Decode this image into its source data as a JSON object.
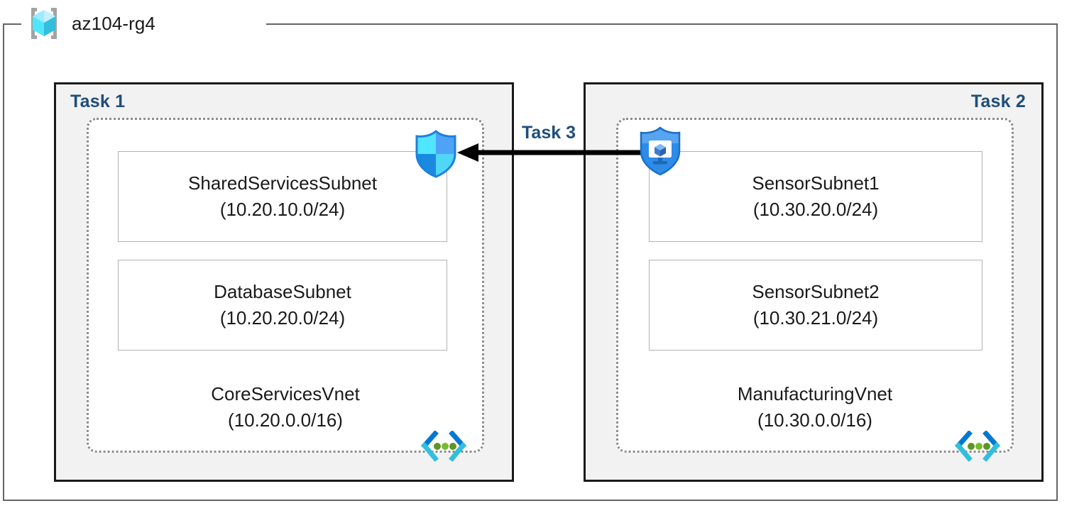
{
  "diagram": {
    "resource_group": {
      "name": "az104-rg4",
      "icon": "azure-resource-group-cube-icon"
    },
    "groups": [
      {
        "label": "Task 1",
        "align": "left",
        "vnet": {
          "name": "CoreServicesVnet",
          "cidr": "(10.20.0.0/16)",
          "icon": "virtual-network-icon",
          "subnets": [
            {
              "name": "SharedServicesSubnet",
              "cidr": "(10.20.10.0/24)"
            },
            {
              "name": "DatabaseSubnet",
              "cidr": "(10.20.20.0/24)"
            }
          ]
        },
        "attached_icon": "azure-firewall-shield-icon"
      },
      {
        "label": "Task 2",
        "align": "right",
        "vnet": {
          "name": "ManufacturingVnet",
          "cidr": "(10.30.0.0/16)",
          "icon": "virtual-network-icon",
          "subnets": [
            {
              "name": "SensorSubnet1",
              "cidr": "(10.30.20.0/24)"
            },
            {
              "name": "SensorSubnet2",
              "cidr": "(10.30.21.0/24)"
            }
          ]
        },
        "attached_icon": "azure-bastion-shield-monitor-icon"
      }
    ],
    "connector": {
      "label": "Task 3",
      "direction": "right-to-left",
      "icon": "left-arrow-icon"
    },
    "colors": {
      "task_label": "#1f4e79",
      "group_fill": "#f2f2f2",
      "group_border": "#1a1a1a",
      "vnet_border": "#8c8c8c",
      "subnet_border": "#b3b3b3",
      "frame_border": "#656565",
      "connector": "#000000",
      "icon_blue": "#0078d4",
      "icon_cyan": "#50e6ff",
      "icon_green": "#5e9624"
    }
  }
}
